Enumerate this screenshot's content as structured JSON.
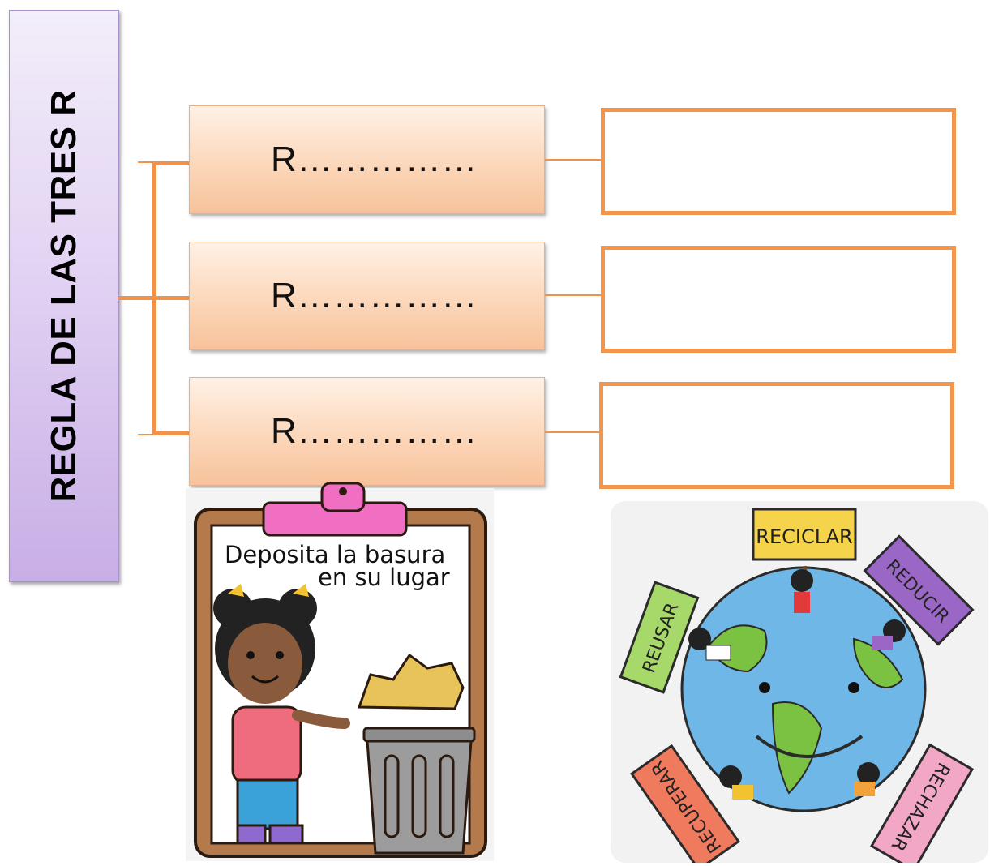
{
  "title": "REGLA DE LAS TRES R",
  "branches": [
    {
      "label": "R……………",
      "answer": ""
    },
    {
      "label": "R……………",
      "answer": ""
    },
    {
      "label": "R……………",
      "answer": ""
    }
  ],
  "clipboard": {
    "caption_line1": "Deposita la basura",
    "caption_line2": "en su lugar"
  },
  "globe": {
    "signs": [
      "RECICLAR",
      "REDUCIR",
      "REUSAR",
      "RECUPERAR",
      "RECHAZAR"
    ]
  },
  "colors": {
    "accent": "#f2924a",
    "title_bg": "#d9c6ef",
    "box_bg": "#fcd7ba"
  }
}
